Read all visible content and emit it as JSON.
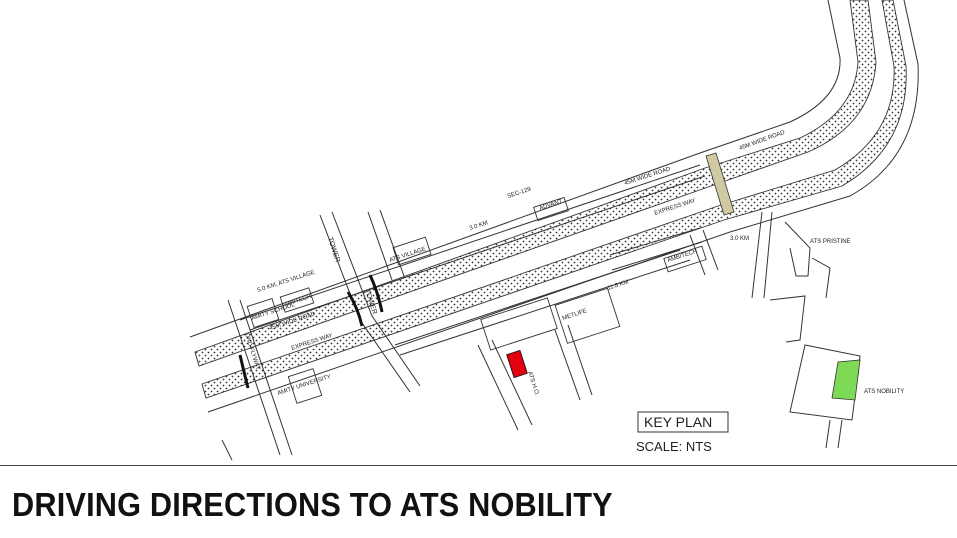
{
  "map": {
    "labels": {
      "sec129": "SEC-129",
      "advant": "ADVANT",
      "dist_3km_top": "3.0 KM",
      "road45_upper": "45M WIDE ROAD",
      "road45_top_right": "45M WIDE ROAD",
      "expressway_right": "EXPRESS WAY",
      "ats_village": "ATS VILLAGE",
      "dist_ats_village": "5.0 KM, ATS VILLAGE",
      "amity_school": "AMITY SCHOOL",
      "unitech": "UNITECH",
      "road45_left": "45M WIDE ROAD",
      "expressway_left": "EXPRESS WAY",
      "amity_university": "AMITY UNIVERSITY",
      "dnd_flyway": "DND FLYWAY",
      "tower_left": "TOWER",
      "tower_right": "TOWER",
      "metlife": "METLIFE",
      "dist_118": "11.8 KM",
      "ambitech": "AMBITECH",
      "dist_3km_right": "3.0 KM",
      "ats_ho": "ATS H.O.",
      "ats_pristine": "ATS PRISTINE",
      "ats_nobility": "ATS NOBILITY"
    },
    "key_plan": "KEY PLAN",
    "scale": "SCALE: NTS"
  },
  "colors": {
    "line": "#333333",
    "ats_ho_fill": "#e3000f",
    "ats_nobility_fill": "#7ed957",
    "bridge_fill": "#cfc9a4"
  },
  "title": "DRIVING DIRECTIONS TO ATS NOBILITY"
}
